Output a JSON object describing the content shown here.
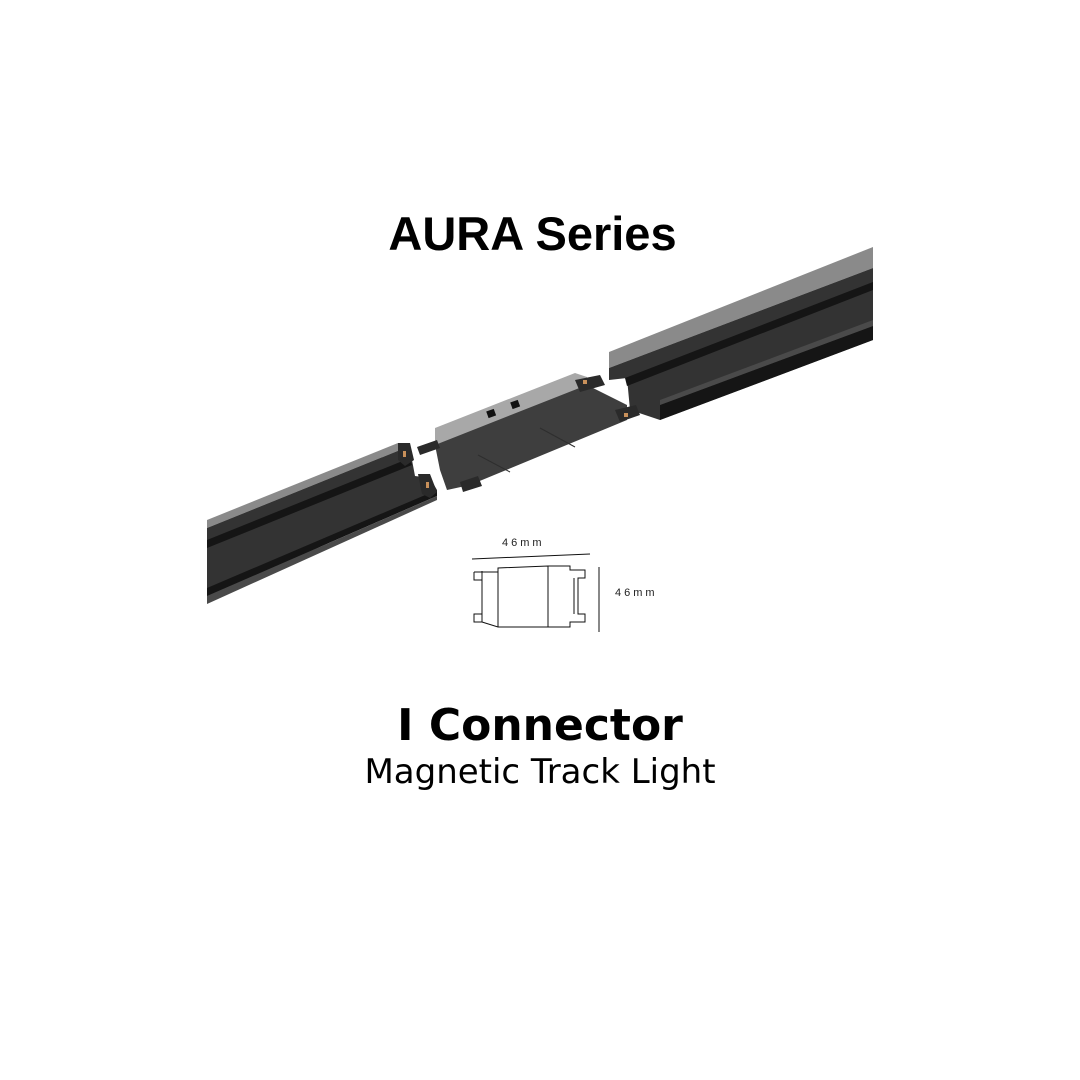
{
  "header": {
    "series_title": "AURA Series"
  },
  "product": {
    "name": "I Connector",
    "subtitle": "Magnetic Track Light"
  },
  "diagram": {
    "width_label": "46mm",
    "height_label": "46mm"
  },
  "colors": {
    "background": "#ffffff",
    "text": "#000000",
    "track_top": "#7a7a7a",
    "track_face": "#333333",
    "track_groove": "#141414",
    "connector_top": "#9a9a9a",
    "connector_face": "#3a3a3a",
    "contact_copper": "#c8905a"
  }
}
